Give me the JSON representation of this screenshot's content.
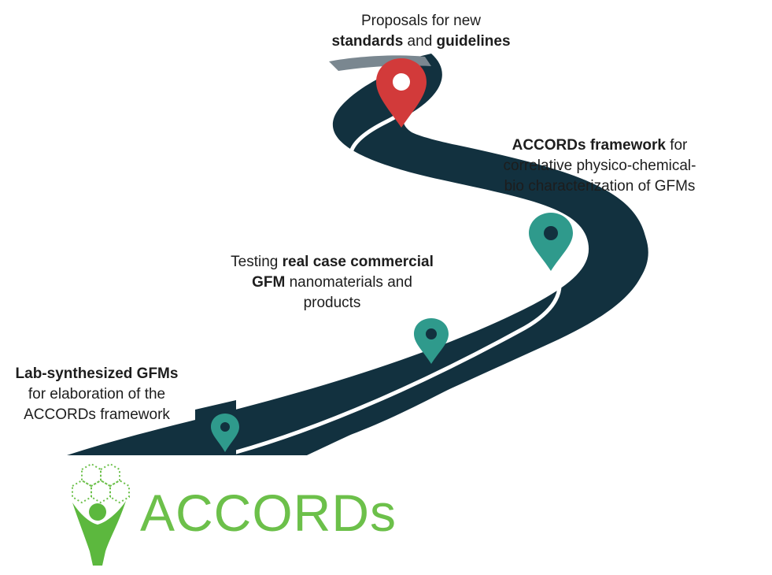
{
  "milestones": {
    "standards": {
      "line1": "Proposals for new",
      "bold1": "standards",
      "mid": " and ",
      "bold2": "guidelines"
    },
    "framework": {
      "bold": "ACCORDs framework",
      "rest1": " for",
      "line2": "correlative physico-chemical-",
      "line3": "bio characterization of GFMs"
    },
    "testing": {
      "pre": "Testing ",
      "bold1": "real case commercial",
      "bold2": "GFM",
      "rest2": " nanomaterials and",
      "line3": "products"
    },
    "lab": {
      "bold": "Lab-synthesized GFMs",
      "line2": "for elaboration of the",
      "line3": "ACCORDs framework"
    }
  },
  "logo": {
    "text": "ACCORDs"
  },
  "colors": {
    "road": "#12313f",
    "road_line": "#ffffff",
    "pin_final": "#d23a3a",
    "pin_step": "#2f9a8c",
    "logo_green": "#6cc04a"
  },
  "icons": {
    "pin_final": "map-pin-icon",
    "pin_step": "map-pin-icon",
    "logo": "hexagon-person-logo-icon"
  }
}
